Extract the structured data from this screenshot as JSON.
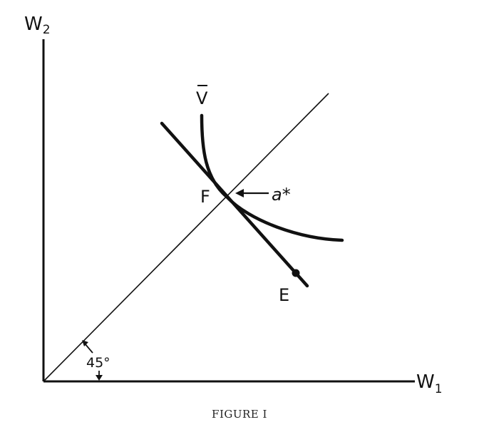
{
  "axes": {
    "y_label": "W",
    "y_sub": "2",
    "x_label": "W",
    "x_sub": "1"
  },
  "curve_label": "V",
  "points": {
    "tangency": "F",
    "endpoint": "E"
  },
  "arrow_label": "a*",
  "angle_label": "45°",
  "caption": "FIGURE I",
  "colors": {
    "ink": "#111111",
    "background": "#ffffff"
  }
}
